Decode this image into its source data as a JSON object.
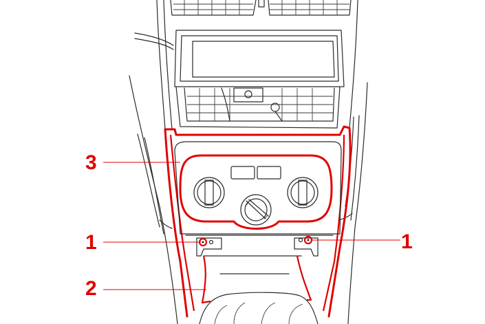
{
  "callouts": [
    {
      "id": "bezel",
      "label": "3"
    },
    {
      "id": "screw-left",
      "label": "1"
    },
    {
      "id": "screw-right",
      "label": "1"
    },
    {
      "id": "console-panel",
      "label": "2"
    }
  ],
  "colors": {
    "line_art": "#2a2a2a",
    "highlight": "#e00000",
    "background": "#ffffff"
  }
}
